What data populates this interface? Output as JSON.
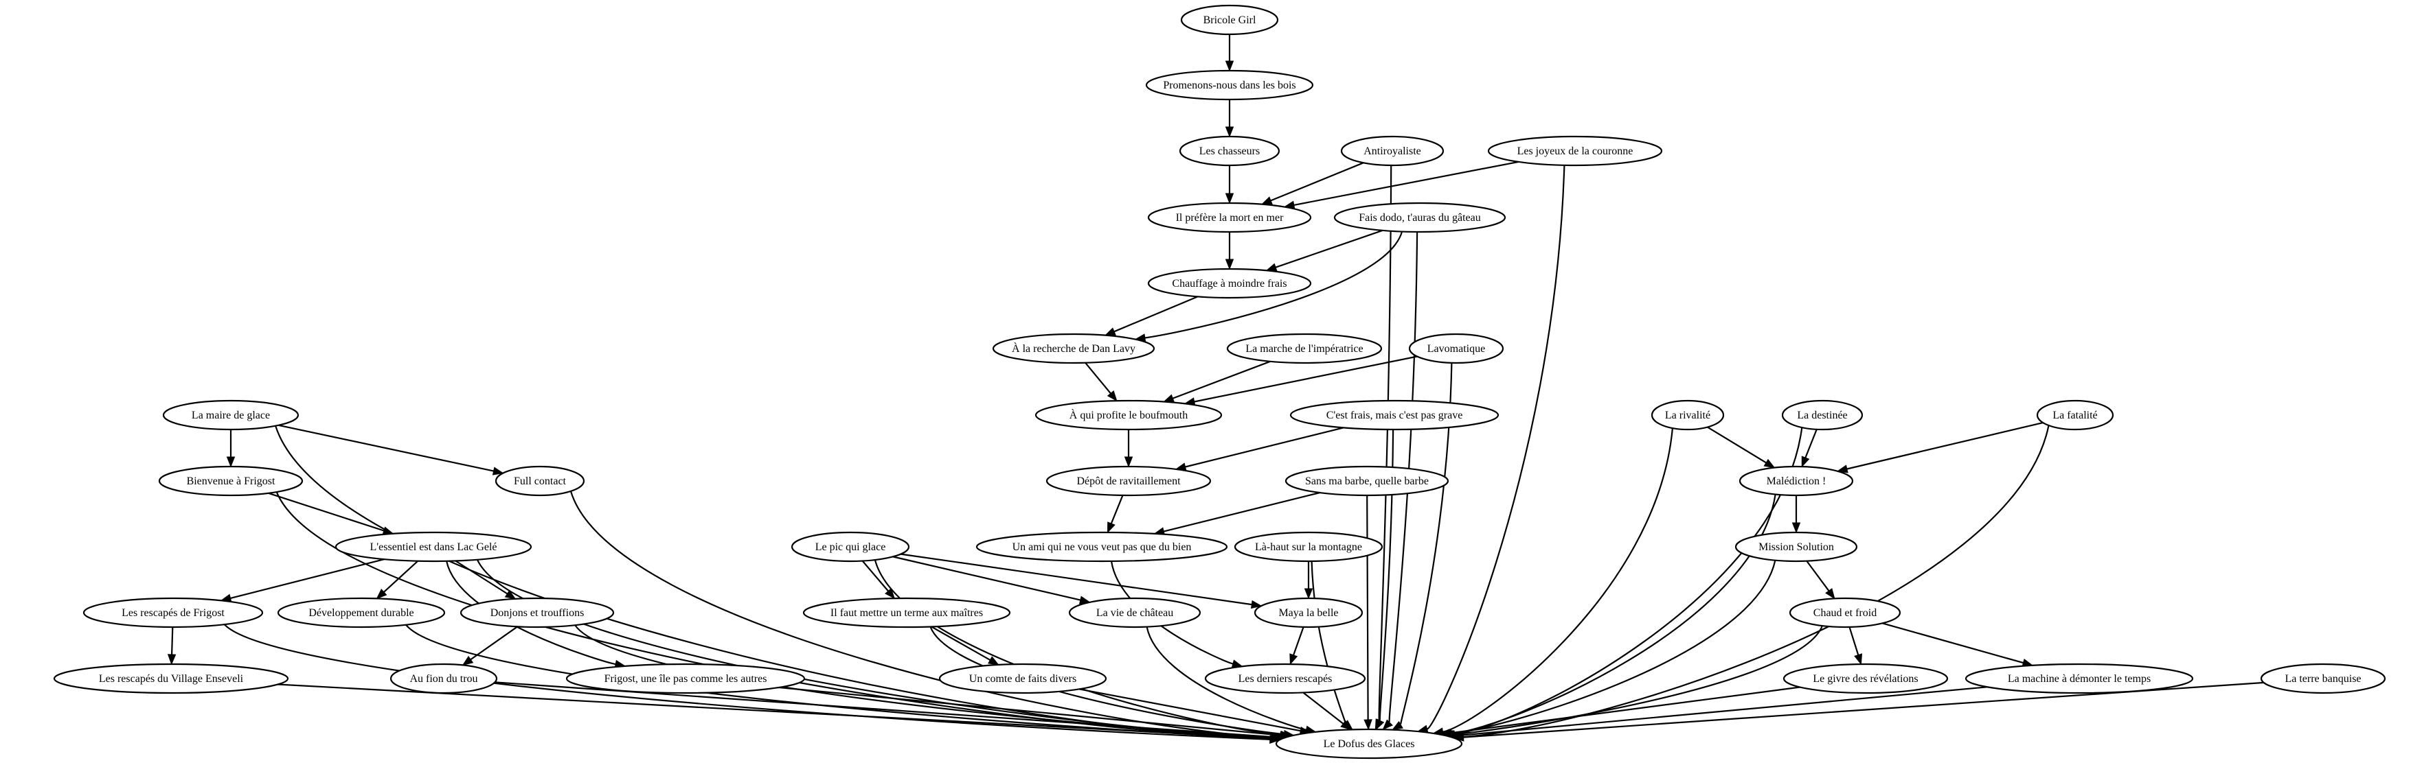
{
  "nodes": [
    {
      "id": "bricole",
      "label": "Bricole Girl"
    },
    {
      "id": "promenons",
      "label": "Promenons-nous dans les bois"
    },
    {
      "id": "chasseurs",
      "label": "Les chasseurs"
    },
    {
      "id": "antiroyaliste",
      "label": "Antiroyaliste"
    },
    {
      "id": "joyeux",
      "label": "Les joyeux de la couronne"
    },
    {
      "id": "mort",
      "label": "Il préfère la mort en mer"
    },
    {
      "id": "dodo",
      "label": "Fais dodo, t'auras du gâteau"
    },
    {
      "id": "chauffage",
      "label": "Chauffage à moindre frais"
    },
    {
      "id": "danlavy",
      "label": "À la recherche de Dan Lavy"
    },
    {
      "id": "marche",
      "label": "La marche de l'impératrice"
    },
    {
      "id": "lavomatique",
      "label": "Lavomatique"
    },
    {
      "id": "mairedeglace",
      "label": "La maire de glace"
    },
    {
      "id": "boufmouth",
      "label": "À qui profite le boufmouth"
    },
    {
      "id": "cestfrais",
      "label": "C'est frais, mais c'est pas grave"
    },
    {
      "id": "rivalite",
      "label": "La rivalité"
    },
    {
      "id": "destinee",
      "label": "La destinée"
    },
    {
      "id": "fatalite",
      "label": "La fatalité"
    },
    {
      "id": "bienvenue",
      "label": "Bienvenue à Frigost"
    },
    {
      "id": "fullcontact",
      "label": "Full contact"
    },
    {
      "id": "depot",
      "label": "Dépôt de ravitaillement"
    },
    {
      "id": "sansmabarbe",
      "label": "Sans ma barbe, quelle barbe"
    },
    {
      "id": "malediction",
      "label": "Malédiction !"
    },
    {
      "id": "essentiel",
      "label": "L'essentiel est dans Lac Gelé"
    },
    {
      "id": "picquiglace",
      "label": "Le pic qui glace"
    },
    {
      "id": "unami",
      "label": "Un ami qui ne vous veut pas que du bien"
    },
    {
      "id": "lahaut",
      "label": "Là-haut sur la montagne"
    },
    {
      "id": "mission",
      "label": "Mission Solution"
    },
    {
      "id": "rescapesfrigost",
      "label": "Les rescapés de Frigost"
    },
    {
      "id": "developpement",
      "label": "Développement durable"
    },
    {
      "id": "donjons",
      "label": "Donjons et trouffions"
    },
    {
      "id": "terme",
      "label": "Il faut mettre un terme aux maîtres"
    },
    {
      "id": "viechateau",
      "label": "La vie de château"
    },
    {
      "id": "maya",
      "label": "Maya la belle"
    },
    {
      "id": "chaudfroid",
      "label": "Chaud et froid"
    },
    {
      "id": "village",
      "label": "Les rescapés du Village Enseveli"
    },
    {
      "id": "aufond",
      "label": "Au fion du trou"
    },
    {
      "id": "frigostile",
      "label": "Frigost, une île pas comme les autres"
    },
    {
      "id": "comte",
      "label": "Un comte de faits divers"
    },
    {
      "id": "derniers",
      "label": "Les derniers rescapés"
    },
    {
      "id": "givre",
      "label": "Le givre des révélations"
    },
    {
      "id": "machine",
      "label": "La machine à démonter le temps"
    },
    {
      "id": "terre",
      "label": "La terre banquise"
    },
    {
      "id": "dofus",
      "label": "Le Dofus des Glaces"
    }
  ],
  "edges": [
    [
      "bricole",
      "promenons"
    ],
    [
      "promenons",
      "chasseurs"
    ],
    [
      "chasseurs",
      "mort"
    ],
    [
      "antiroyaliste",
      "mort"
    ],
    [
      "antiroyaliste",
      "dofus"
    ],
    [
      "joyeux",
      "mort"
    ],
    [
      "joyeux",
      "dofus"
    ],
    [
      "mort",
      "chauffage"
    ],
    [
      "dodo",
      "chauffage"
    ],
    [
      "dodo",
      "danlavy"
    ],
    [
      "dodo",
      "dofus"
    ],
    [
      "chauffage",
      "danlavy"
    ],
    [
      "danlavy",
      "boufmouth"
    ],
    [
      "marche",
      "boufmouth"
    ],
    [
      "lavomatique",
      "boufmouth"
    ],
    [
      "lavomatique",
      "dofus"
    ],
    [
      "boufmouth",
      "depot"
    ],
    [
      "cestfrais",
      "depot"
    ],
    [
      "cestfrais",
      "dofus"
    ],
    [
      "depot",
      "unami"
    ],
    [
      "sansmabarbe",
      "unami"
    ],
    [
      "sansmabarbe",
      "dofus"
    ],
    [
      "unami",
      "derniers"
    ],
    [
      "picquiglace",
      "terme"
    ],
    [
      "picquiglace",
      "viechateau"
    ],
    [
      "picquiglace",
      "maya"
    ],
    [
      "picquiglace",
      "dofus"
    ],
    [
      "lahaut",
      "maya"
    ],
    [
      "lahaut",
      "dofus"
    ],
    [
      "maya",
      "derniers"
    ],
    [
      "terme",
      "comte"
    ],
    [
      "terme",
      "dofus"
    ],
    [
      "viechateau",
      "dofus"
    ],
    [
      "comte",
      "dofus"
    ],
    [
      "derniers",
      "dofus"
    ],
    [
      "mairedeglace",
      "bienvenue"
    ],
    [
      "mairedeglace",
      "fullcontact"
    ],
    [
      "mairedeglace",
      "dofus"
    ],
    [
      "bienvenue",
      "essentiel"
    ],
    [
      "bienvenue",
      "dofus"
    ],
    [
      "fullcontact",
      "dofus"
    ],
    [
      "essentiel",
      "rescapesfrigost"
    ],
    [
      "essentiel",
      "developpement"
    ],
    [
      "essentiel",
      "donjons"
    ],
    [
      "essentiel",
      "frigostile"
    ],
    [
      "essentiel",
      "dofus"
    ],
    [
      "rescapesfrigost",
      "village"
    ],
    [
      "rescapesfrigost",
      "dofus"
    ],
    [
      "developpement",
      "dofus"
    ],
    [
      "donjons",
      "aufond"
    ],
    [
      "donjons",
      "dofus"
    ],
    [
      "village",
      "dofus"
    ],
    [
      "aufond",
      "dofus"
    ],
    [
      "frigostile",
      "dofus"
    ],
    [
      "rivalite",
      "malediction"
    ],
    [
      "rivalite",
      "dofus"
    ],
    [
      "destinee",
      "malediction"
    ],
    [
      "destinee",
      "dofus"
    ],
    [
      "fatalite",
      "malediction"
    ],
    [
      "fatalite",
      "dofus"
    ],
    [
      "malediction",
      "mission"
    ],
    [
      "malediction",
      "dofus"
    ],
    [
      "mission",
      "chaudfroid"
    ],
    [
      "mission",
      "dofus"
    ],
    [
      "chaudfroid",
      "givre"
    ],
    [
      "chaudfroid",
      "machine"
    ],
    [
      "chaudfroid",
      "dofus"
    ],
    [
      "givre",
      "dofus"
    ],
    [
      "machine",
      "dofus"
    ],
    [
      "terre",
      "dofus"
    ]
  ]
}
